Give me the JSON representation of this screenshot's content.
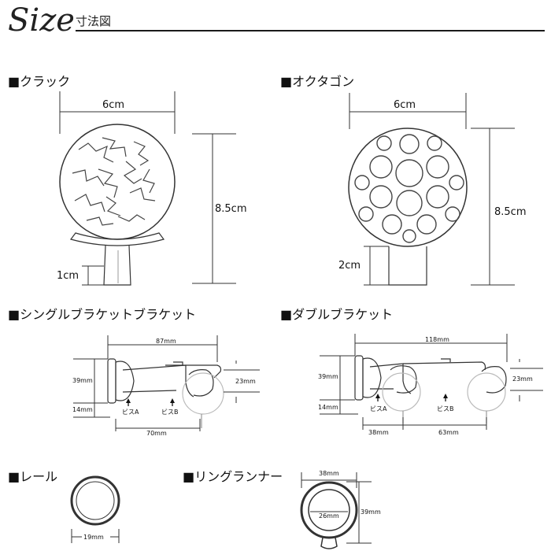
{
  "header": {
    "script_title": "Size",
    "subtitle": "寸法図"
  },
  "sections": {
    "crack": {
      "title": "■クラック",
      "width": "6cm",
      "height": "8.5cm",
      "base": "1cm"
    },
    "octagon": {
      "title": "■オクタゴン",
      "width": "6cm",
      "height": "8.5cm",
      "base": "2cm"
    },
    "single_bracket": {
      "title": "■シングルブラケットブラケット",
      "total_width": "87mm",
      "height": "39mm",
      "ring_height": "23mm",
      "base_height": "14mm",
      "screw_a": "ビスA",
      "screw_b": "ビスB",
      "depth": "70mm"
    },
    "double_bracket": {
      "title": "■ダブルブラケット",
      "total_width": "118mm",
      "height": "39mm",
      "ring_height": "23mm",
      "base_height": "14mm",
      "screw_a": "ビスA",
      "screw_b": "ビスB",
      "offset": "38mm",
      "spacing": "63mm"
    },
    "rail": {
      "title": "■レール",
      "diameter": "19mm"
    },
    "ring_runner": {
      "title": "■リングランナー",
      "outer": "38mm",
      "inner": "26mm",
      "height": "39mm"
    }
  }
}
